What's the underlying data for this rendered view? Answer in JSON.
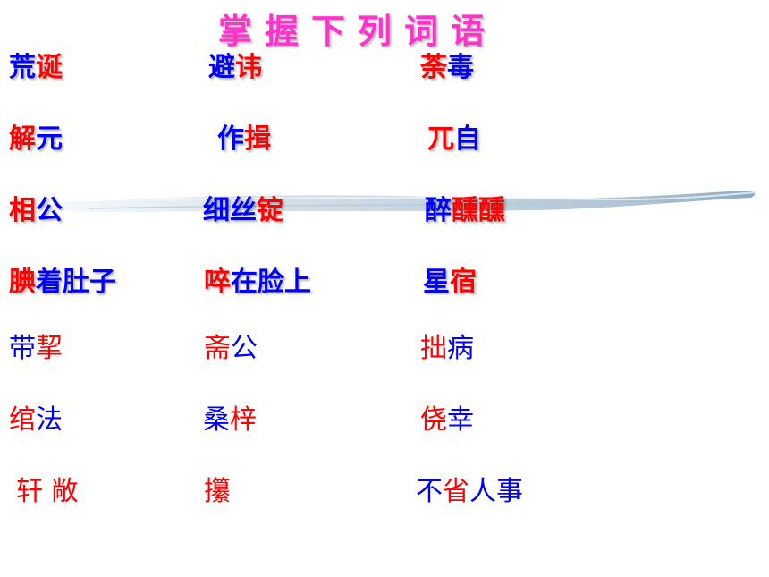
{
  "title": "掌握下列词语",
  "colors": {
    "red": "#ff0000",
    "blue": "#0000ff",
    "title": "#ff33cc"
  },
  "words": [
    {
      "bold": true,
      "segs": [
        {
          "t": "荒",
          "c": "blue"
        },
        {
          "t": "诞",
          "c": "red"
        }
      ]
    },
    {
      "bold": true,
      "segs": [
        {
          "t": "避",
          "c": "blue"
        },
        {
          "t": "讳",
          "c": "red"
        }
      ]
    },
    {
      "bold": true,
      "segs": [
        {
          "t": "荼",
          "c": "red"
        },
        {
          "t": "毒",
          "c": "blue"
        }
      ]
    },
    {
      "bold": true,
      "segs": [
        {
          "t": "解",
          "c": "red"
        },
        {
          "t": "元",
          "c": "blue"
        }
      ]
    },
    {
      "bold": true,
      "segs": [
        {
          "t": "作",
          "c": "blue"
        },
        {
          "t": "揖",
          "c": "red"
        }
      ]
    },
    {
      "bold": true,
      "segs": [
        {
          "t": "兀",
          "c": "red"
        },
        {
          "t": "自",
          "c": "blue"
        }
      ]
    },
    {
      "bold": true,
      "segs": [
        {
          "t": "相",
          "c": "red"
        },
        {
          "t": "公",
          "c": "blue"
        }
      ]
    },
    {
      "bold": true,
      "segs": [
        {
          "t": "细丝",
          "c": "blue"
        },
        {
          "t": "锭",
          "c": "red"
        }
      ]
    },
    {
      "bold": true,
      "segs": [
        {
          "t": "醉",
          "c": "blue"
        },
        {
          "t": "醺醺",
          "c": "red"
        }
      ]
    },
    {
      "bold": true,
      "segs": [
        {
          "t": "腆",
          "c": "red"
        },
        {
          "t": "着肚子",
          "c": "blue"
        }
      ]
    },
    {
      "bold": true,
      "segs": [
        {
          "t": "啐",
          "c": "red"
        },
        {
          "t": "在脸上",
          "c": "blue"
        }
      ]
    },
    {
      "bold": true,
      "segs": [
        {
          "t": "星",
          "c": "blue"
        },
        {
          "t": "宿",
          "c": "red"
        }
      ]
    },
    {
      "bold": false,
      "segs": [
        {
          "t": "带",
          "c": "blue"
        },
        {
          "t": "挈",
          "c": "red"
        }
      ]
    },
    {
      "bold": false,
      "segs": [
        {
          "t": "斋",
          "c": "red"
        },
        {
          "t": "公",
          "c": "blue"
        }
      ]
    },
    {
      "bold": false,
      "segs": [
        {
          "t": "拙",
          "c": "red"
        },
        {
          "t": "病",
          "c": "blue"
        }
      ]
    },
    {
      "bold": false,
      "segs": [
        {
          "t": "绾",
          "c": "red"
        },
        {
          "t": "法",
          "c": "blue"
        }
      ]
    },
    {
      "bold": false,
      "segs": [
        {
          "t": "桑",
          "c": "blue"
        },
        {
          "t": "梓",
          "c": "red"
        }
      ]
    },
    {
      "bold": false,
      "segs": [
        {
          "t": "侥",
          "c": "red"
        },
        {
          "t": "幸",
          "c": "blue"
        }
      ]
    },
    {
      "bold": false,
      "segs": [
        {
          "t": "轩 敞",
          "c": "red"
        }
      ]
    },
    {
      "bold": false,
      "segs": [
        {
          "t": "攥",
          "c": "red"
        }
      ]
    },
    {
      "bold": false,
      "segs": [
        {
          "t": "不",
          "c": "blue"
        },
        {
          "t": "省",
          "c": "red"
        },
        {
          "t": "人事",
          "c": "blue"
        }
      ]
    }
  ]
}
